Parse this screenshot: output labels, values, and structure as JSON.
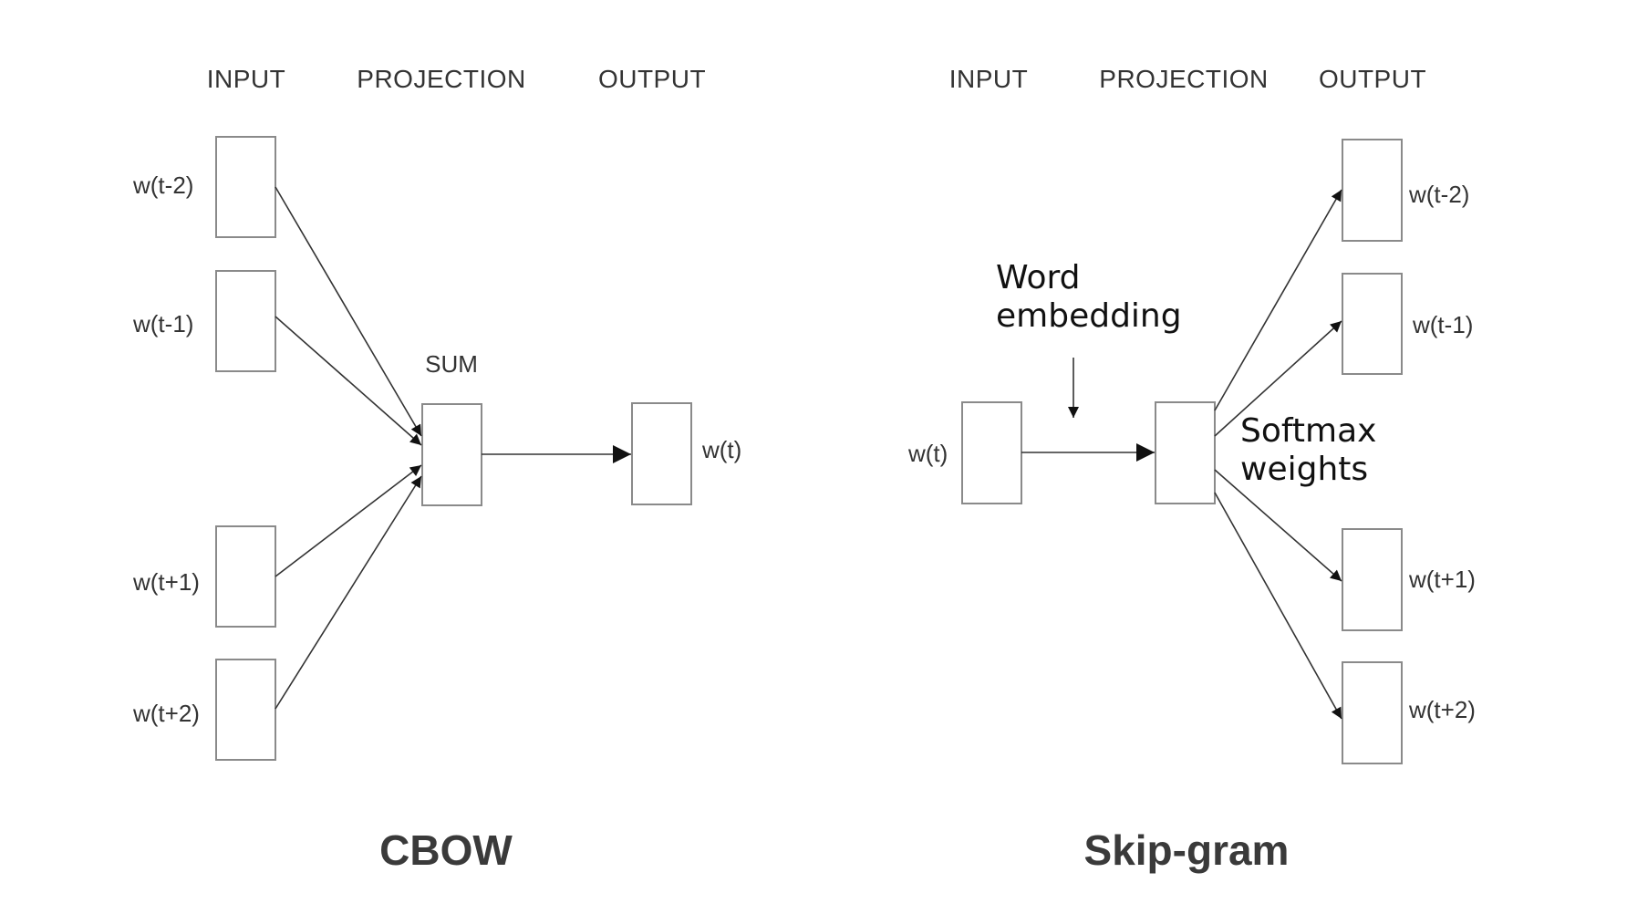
{
  "cbow": {
    "headers": {
      "input": "INPUT",
      "projection": "PROJECTION",
      "output": "OUTPUT"
    },
    "input_labels": [
      "w(t-2)",
      "w(t-1)",
      "w(t+1)",
      "w(t+2)"
    ],
    "projection_label": "SUM",
    "output_label": "w(t)",
    "title": "CBOW"
  },
  "skipgram": {
    "headers": {
      "input": "INPUT",
      "projection": "PROJECTION",
      "output": "OUTPUT"
    },
    "input_label": "w(t)",
    "output_labels": [
      "w(t-2)",
      "w(t-1)",
      "w(t+1)",
      "w(t+2)"
    ],
    "annotations": {
      "word_embedding": [
        "Word",
        "embedding"
      ],
      "softmax_weights": [
        "Softmax",
        "weights"
      ]
    },
    "title": "Skip-gram"
  },
  "colors": {
    "box_stroke": "#8a8a8a",
    "edge": "#333333",
    "text": "#333333"
  }
}
